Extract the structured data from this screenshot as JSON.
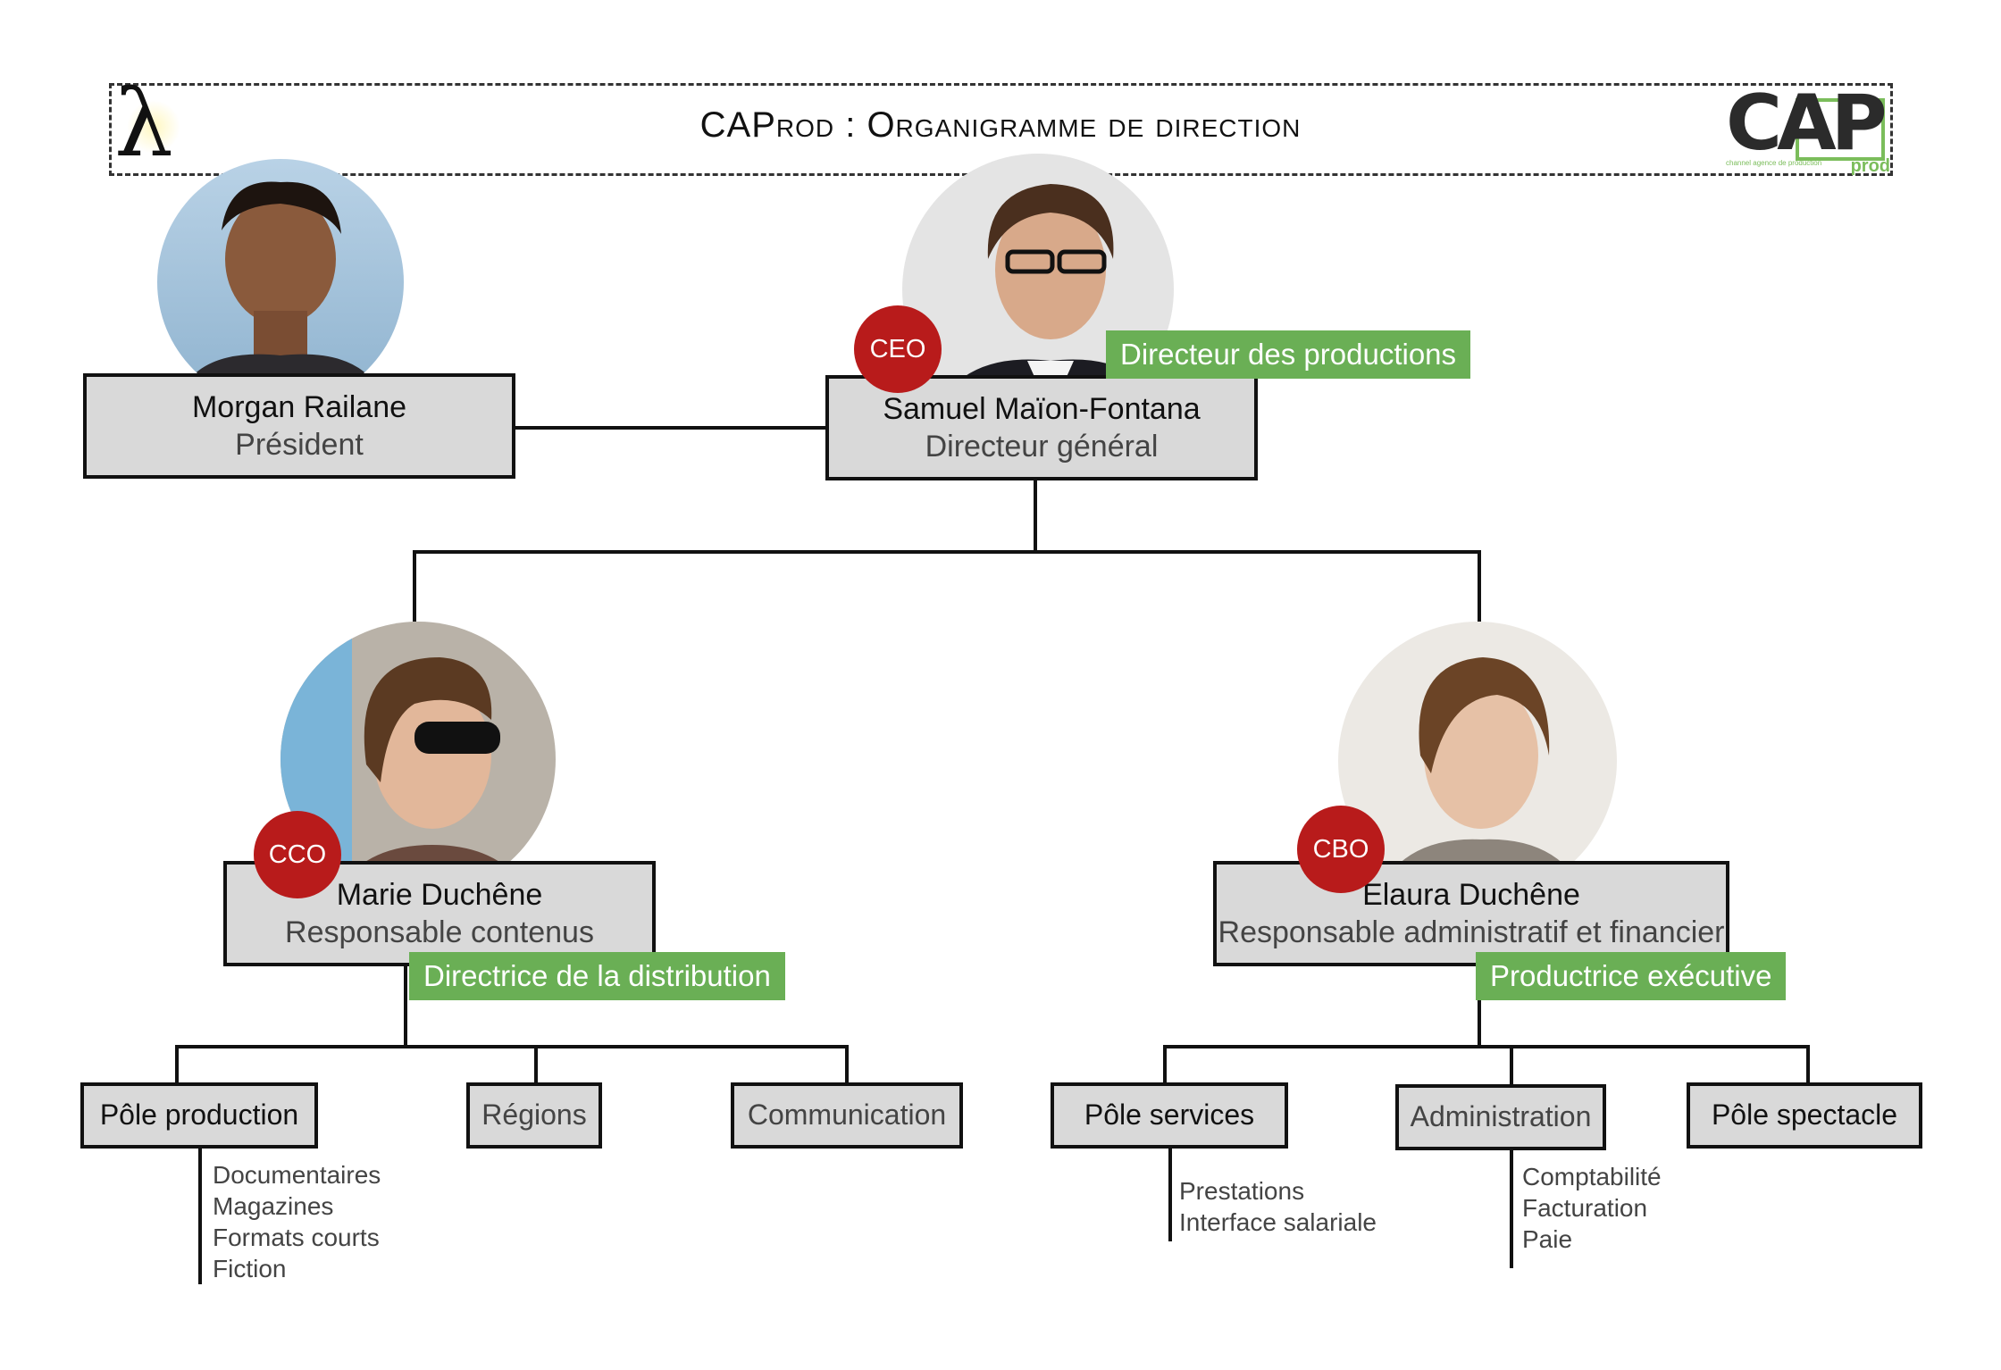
{
  "header": {
    "title": "CAProd : Organigramme de direction",
    "lambda": "λ",
    "logo": {
      "main": "CAP",
      "sub": "prod",
      "tagline": "channel agence de production"
    }
  },
  "colors": {
    "badge": "#b81b1b",
    "extra_role": "#6aaf55",
    "card": "#d9d9d9",
    "line": "#111111"
  },
  "people": {
    "president": {
      "name": "Morgan Railane",
      "role": "Président",
      "photo": "portrait-photo"
    },
    "ceo": {
      "badge": "CEO",
      "name": "Samuel Maïon-Fontana",
      "role": "Directeur général",
      "extra": "Directeur des productions",
      "photo": "portrait-photo"
    },
    "cco": {
      "badge": "CCO",
      "name": "Marie Duchêne",
      "role": "Responsable contenus",
      "extra": "Directrice de la distribution",
      "photo": "portrait-photo"
    },
    "cbo": {
      "badge": "CBO",
      "name": "Elaura Duchêne",
      "role": "Responsable administratif et financier",
      "extra": "Productrice exécutive",
      "photo": "portrait-photo"
    }
  },
  "departments": {
    "pole_production": {
      "label": "Pôle production",
      "items": [
        "Documentaires",
        "Magazines",
        "Formats courts",
        "Fiction"
      ]
    },
    "regions": {
      "label": "Régions"
    },
    "communication": {
      "label": "Communication"
    },
    "pole_services": {
      "label": "Pôle services",
      "items": [
        "Prestations",
        "Interface salariale"
      ]
    },
    "administration": {
      "label": "Administration",
      "items": [
        "Comptabilité",
        "Facturation",
        "Paie"
      ]
    },
    "pole_spectacle": {
      "label": "Pôle spectacle"
    }
  }
}
